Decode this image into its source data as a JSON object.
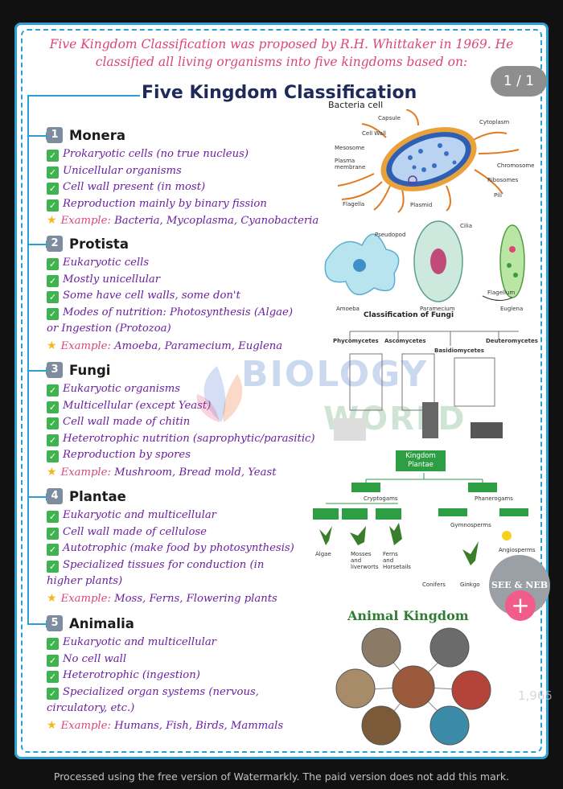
{
  "intro": {
    "line1": "Five Kingdom Classification was proposed by R.H. Whittaker in 1969. He",
    "line2": "classified all living organisms into five kingdoms based on:"
  },
  "page_counter": "1 / 1",
  "title": "Five Kingdom Classification",
  "kingdoms": [
    {
      "number": "1",
      "name": "Monera",
      "points": [
        "Prokaryotic cells (no true nucleus)",
        "Unicellular organisms",
        "Cell wall present (in most)",
        "Reproduction mainly by binary fission"
      ],
      "example_label": "Example:",
      "example": "Bacteria, Mycoplasma, Cyanobacteria"
    },
    {
      "number": "2",
      "name": "Protista",
      "points": [
        "Eukaryotic cells",
        "Mostly unicellular",
        "Some have cell walls, some don't",
        "Modes of nutrition: Photosynthesis (Algae) or Ingestion (Protozoa)"
      ],
      "example_label": "Example:",
      "example": "Amoeba, Paramecium, Euglena"
    },
    {
      "number": "3",
      "name": "Fungi",
      "points": [
        "Eukaryotic organisms",
        "Multicellular (except Yeast)",
        "Cell wall made of chitin",
        "Heterotrophic nutrition (saprophytic/parasitic)",
        "Reproduction by spores"
      ],
      "example_label": "Example:",
      "example": "Mushroom, Bread mold, Yeast"
    },
    {
      "number": "4",
      "name": "Plantae",
      "points": [
        "Eukaryotic and multicellular",
        "Cell wall made of cellulose",
        "Autotrophic (make food by photosynthesis)",
        "Specialized tissues for conduction (in higher plants)"
      ],
      "example_label": "Example:",
      "example": "Moss, Ferns, Flowering plants"
    },
    {
      "number": "5",
      "name": "Animalia",
      "points": [
        "Eukaryotic and multicellular",
        "No cell wall",
        "Heterotrophic (ingestion)",
        "Specialized organ systems (nervous, circulatory, etc.)"
      ],
      "example_label": "Example:",
      "example": "Humans, Fish, Birds, Mammals"
    }
  ],
  "figures": {
    "bacteria": {
      "title": "Bacteria cell",
      "labels": [
        "Capsule",
        "Cell Wall",
        "Cytoplasm",
        "Mesosome",
        "Plasma membrane",
        "Chromosome",
        "Ribosomes",
        "Pili",
        "Flagella",
        "Plasmid"
      ]
    },
    "protists": {
      "labels": [
        "Pseudopod",
        "Cilia",
        "Flagellum",
        "Amoeba",
        "Paramecium",
        "Euglena"
      ]
    },
    "fungi": {
      "title": "Classification of Fungi",
      "classes": [
        "Phycomycetes",
        "Ascomycetes",
        "Basidiomycetes",
        "Deuteromycetes"
      ]
    },
    "plantae": {
      "title_line1": "Kingdom",
      "title_line2": "Plantae",
      "groups": [
        "Cryptogams",
        "Phanerogams",
        "Gymnosperms"
      ],
      "examples": [
        "Algae",
        "Mosses and liverworts",
        "Ferns and Horsetails",
        "Conifers",
        "Ginkgo",
        "Angiosperms"
      ]
    },
    "animal": {
      "title": "Animal Kingdom"
    }
  },
  "watermark": {
    "line1": "BIOLOGY",
    "line2": "WORLD"
  },
  "badge": "SEE & NEB",
  "likes": "1,965",
  "footer": "Processed using the free version of Watermarkly. The paid version does not add this mark.",
  "colors": {
    "accent_blue": "#2a9fd6",
    "intro_pink": "#d9467a",
    "bullet_purple": "#6a1fa0",
    "check_green": "#3fb34f"
  }
}
